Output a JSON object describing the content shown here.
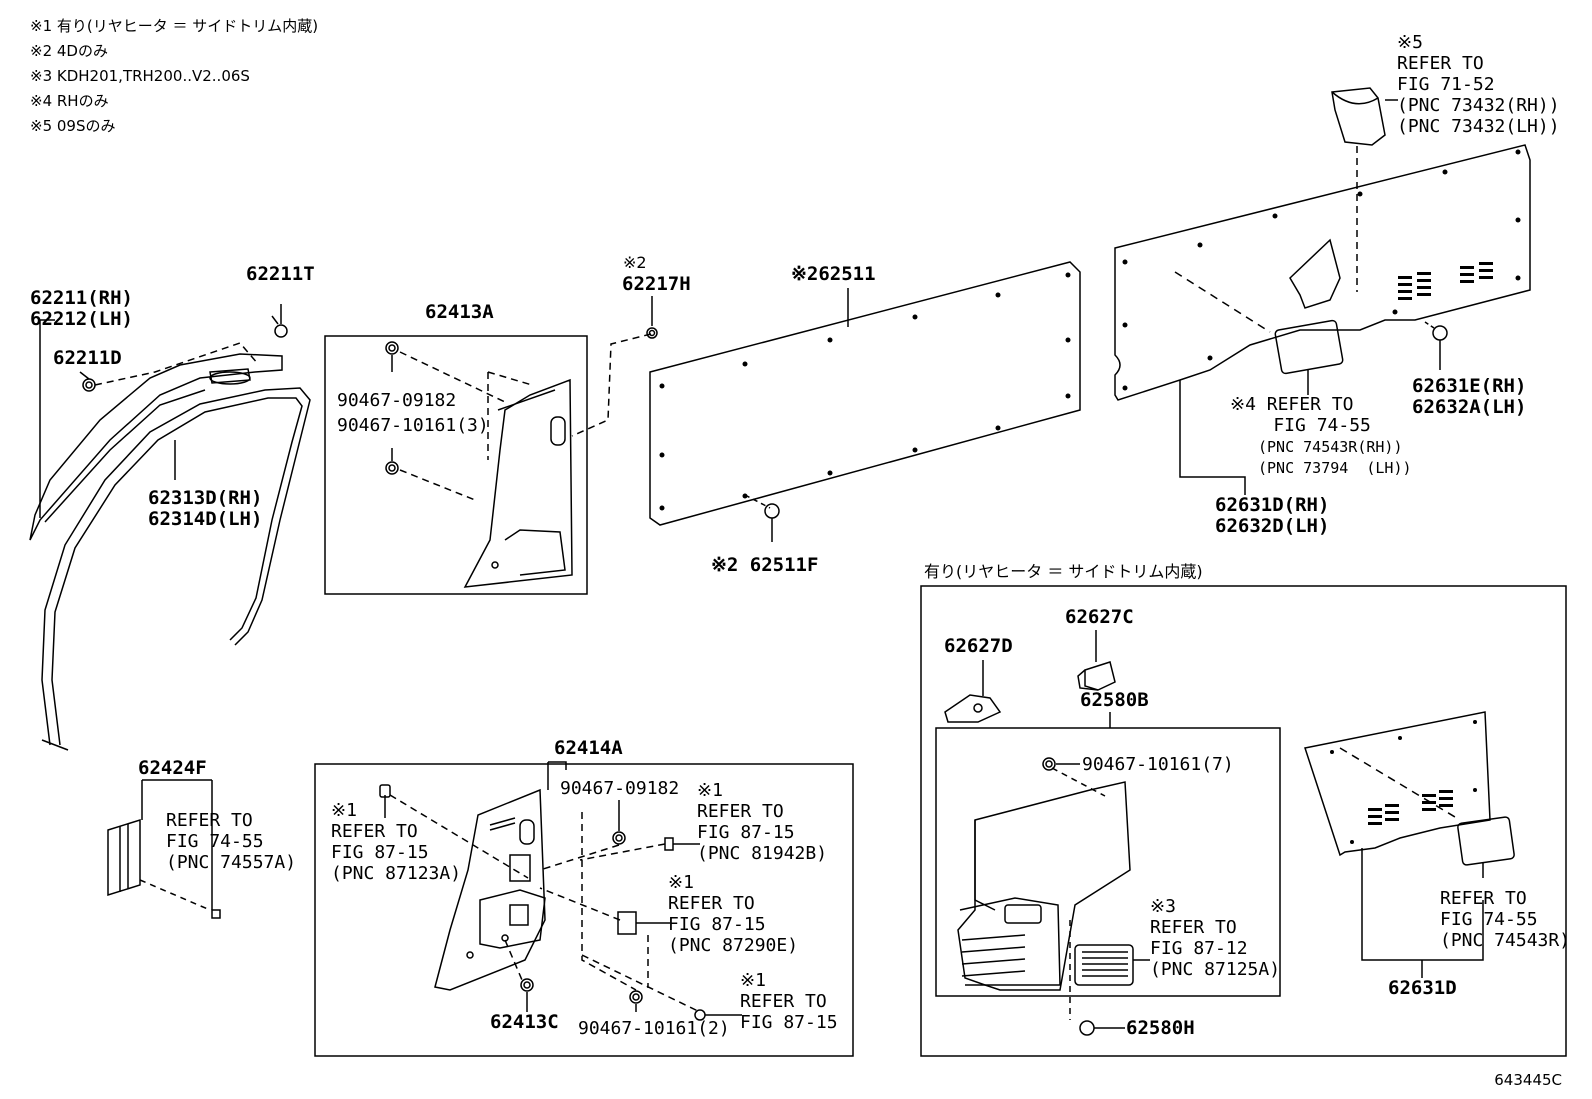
{
  "notes": [
    "※1 有り(リヤヒータ ＝ サイドトリム内蔵)",
    "※2 4Dのみ",
    "※3 KDH201,TRH200..V2..06S",
    "※4 RHのみ",
    "※5 09Sのみ"
  ],
  "parts": {
    "p62211T": "62211T",
    "p62211": "62211(RH)\n62212(LH)",
    "p62211D": "62211D",
    "p62313D": "62313D(RH)\n62314D(LH)",
    "p62413A": "62413A",
    "p90467a": "90467-09182",
    "p90467b": "90467-10161(3)",
    "p62217H_note": "※2",
    "p62217H": "62217H",
    "p62511": "※262511",
    "p62511F": "※2 62511F",
    "p5_note": "※5\nREFER TO\nFIG 71-52\n(PNC 73432(RH))\n(PNC 73432(LH))",
    "p4_note": "※4 REFER TO\n    FIG 74-55",
    "p4_pnc": "(PNC 74543R(RH))\n(PNC 73794  (LH))",
    "p62631E": "62631E(RH)\n62632A(LH)",
    "p62631D": "62631D(RH)\n62632D(LH)",
    "p62424F": "62424F",
    "p62424F_ref": "REFER TO\nFIG 74-55\n(PNC 74557A)",
    "p62414A": "62414A",
    "p1a_ref": "※1\nREFER TO\nFIG 87-15\n(PNC 87123A)",
    "p90467c": "90467-09182",
    "p1b_ref": "※1\nREFER TO\nFIG 87-15\n(PNC 81942B)",
    "p1c_ref": "※1\nREFER TO\nFIG 87-15\n(PNC 87290E)",
    "p1d_ref": "※1\nREFER TO\nFIG 87-15",
    "p62413C": "62413C",
    "p90467d": "90467-10161(2)",
    "box_title": "有り(リヤヒータ ＝ サイドトリム内蔵)",
    "p62627C": "62627C",
    "p62627D": "62627D",
    "p62580B": "62580B",
    "p90467e": "90467-10161(7)",
    "p3_ref": "※3\nREFER TO\nFIG 87-12\n(PNC 87125A)",
    "p62580H": "62580H",
    "p_box_ref": "REFER TO\nFIG 74-55\n(PNC 74543R)",
    "p62631D_b": "62631D"
  },
  "figure_code": "643445C"
}
